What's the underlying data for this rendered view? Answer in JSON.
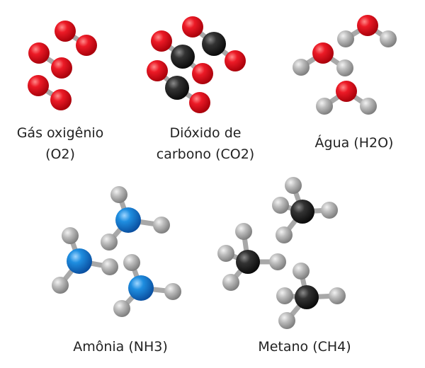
{
  "molecules": [
    {
      "key": "o2",
      "line1": "Gás oxigênio",
      "line2": "(O2)"
    },
    {
      "key": "co2",
      "line1": "Dióxido de",
      "line2": "carbono (CO2)"
    },
    {
      "key": "h2o",
      "line1": "Água (H2O)"
    },
    {
      "key": "nh3",
      "line1": "Amônia (NH3)"
    },
    {
      "key": "ch4",
      "line1": "Metano (CH4)"
    }
  ],
  "colors": {
    "oxygen": "#e0101e",
    "carbon": "#2a2a2a",
    "hydrogen": "#b4b4b4",
    "nitrogen": "#1f8ee0",
    "bond": "#a8a8a8"
  }
}
